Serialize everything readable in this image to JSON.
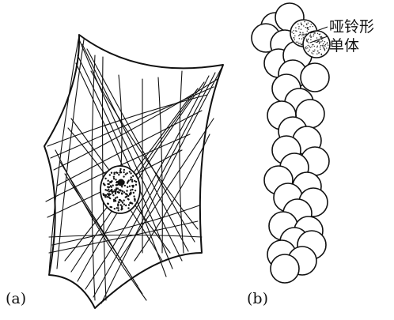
{
  "panels": {
    "a": {
      "label": "(a)"
    },
    "b": {
      "label": "(b)",
      "annotation_line1": "哑铃形",
      "annotation_line2": "单体"
    }
  },
  "colors": {
    "ink": "#111111",
    "background": "#ffffff",
    "stipple": "#333333"
  }
}
